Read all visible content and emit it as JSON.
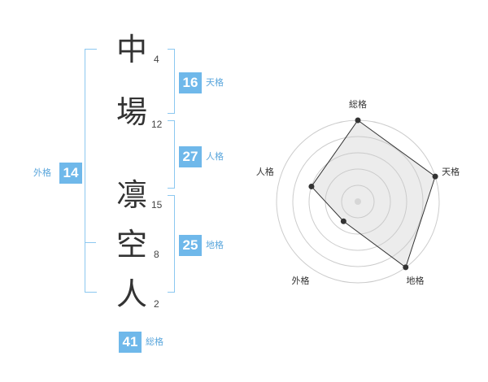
{
  "name": {
    "chars": [
      {
        "char": "中",
        "strokes": "4"
      },
      {
        "char": "場",
        "strokes": "12"
      },
      {
        "char": "凛",
        "strokes": "15"
      },
      {
        "char": "空",
        "strokes": "8"
      },
      {
        "char": "人",
        "strokes": "2"
      }
    ]
  },
  "fortune": {
    "ten": {
      "value": "16",
      "label": "天格"
    },
    "jin": {
      "value": "27",
      "label": "人格"
    },
    "chi": {
      "value": "25",
      "label": "地格"
    },
    "gai": {
      "value": "14",
      "label": "外格"
    },
    "sou": {
      "value": "41",
      "label": "総格"
    }
  },
  "colors": {
    "accent": "#6fb8ea",
    "bracket": "#8cc8f0"
  },
  "chart_data": {
    "type": "radar",
    "axes": [
      "総格",
      "天格",
      "地格",
      "外格",
      "人格"
    ],
    "values": [
      5,
      5,
      5,
      1.5,
      3
    ],
    "rings": 5,
    "max": 5
  }
}
